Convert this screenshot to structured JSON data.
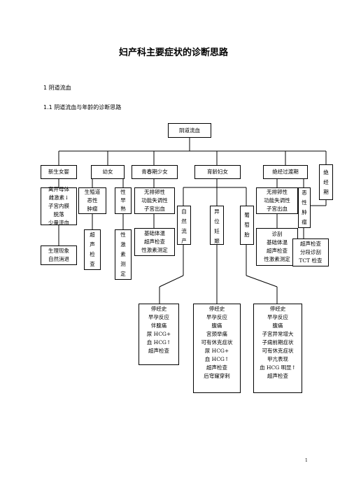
{
  "title": "妇产科主要症状的诊断思路",
  "section1": "1 阴道流血",
  "section1_1": "1.1 阴道流血与年龄的诊断思路",
  "page_number": "1",
  "flowchart": {
    "root": "阴道流血",
    "ages": {
      "newborn": "新生女婴",
      "child": "幼女",
      "adolescent": "青春期少女",
      "reproductive": "育龄妇女",
      "perimenopause": "绝经过渡期",
      "postmenopause": [
        "绝",
        "经",
        "期"
      ]
    },
    "newborn_causes": [
      "离开母体",
      "雌激素↓",
      "子宫内膜",
      "脱落",
      "少量流血"
    ],
    "newborn_result": [
      "生理现象",
      "自然消退"
    ],
    "child_tumor": [
      "生殖道",
      "恶性",
      "肿瘤"
    ],
    "child_tumor_exam": [
      "超",
      "声",
      "检",
      "查"
    ],
    "child_precocious": [
      "性",
      "早",
      "熟"
    ],
    "child_precocious_exam": [
      "性",
      "激",
      "素",
      "测",
      "定"
    ],
    "adolescent_cause": [
      "无排卵性",
      "功能失调性",
      "子宫出血"
    ],
    "adolescent_exam": [
      "基础体温",
      "超声检查",
      "性激素测定"
    ],
    "abortion": [
      "自",
      "然",
      "流",
      "产"
    ],
    "ectopic": [
      "异",
      "位",
      "妊",
      "娠"
    ],
    "mole": [
      "葡",
      "萄",
      "胎"
    ],
    "abortion_detail": [
      "停经史",
      "早孕反应",
      "伴腹痛",
      "尿 HCG+",
      "血 HCG↑",
      "超声检查"
    ],
    "ectopic_detail": [
      "停经史",
      "早孕反应",
      "腹痛",
      "宫颈举痛",
      "可有休克症状",
      "尿 HCG+",
      "血 HCG↑",
      "超声检查",
      "后穹窿穿刺"
    ],
    "mole_detail": [
      "停经史",
      "早孕反应",
      "腹痛",
      "子宫异常增大",
      "子痫前期症状",
      "可有休克症状",
      "甲亢表现",
      "血 HCG 明显↑",
      "超声检查"
    ],
    "peri_cause": [
      "无排卵性",
      "功能失调性",
      "子宫出血"
    ],
    "peri_exam": [
      "诊刮",
      "基础体温",
      "超声检查",
      "性激素测定"
    ],
    "peri_tumor": [
      "恶",
      "性",
      "肿",
      "瘤"
    ],
    "peri_tumor_exam": [
      "超声检查",
      "分段诊刮",
      "TCT 检查"
    ]
  }
}
